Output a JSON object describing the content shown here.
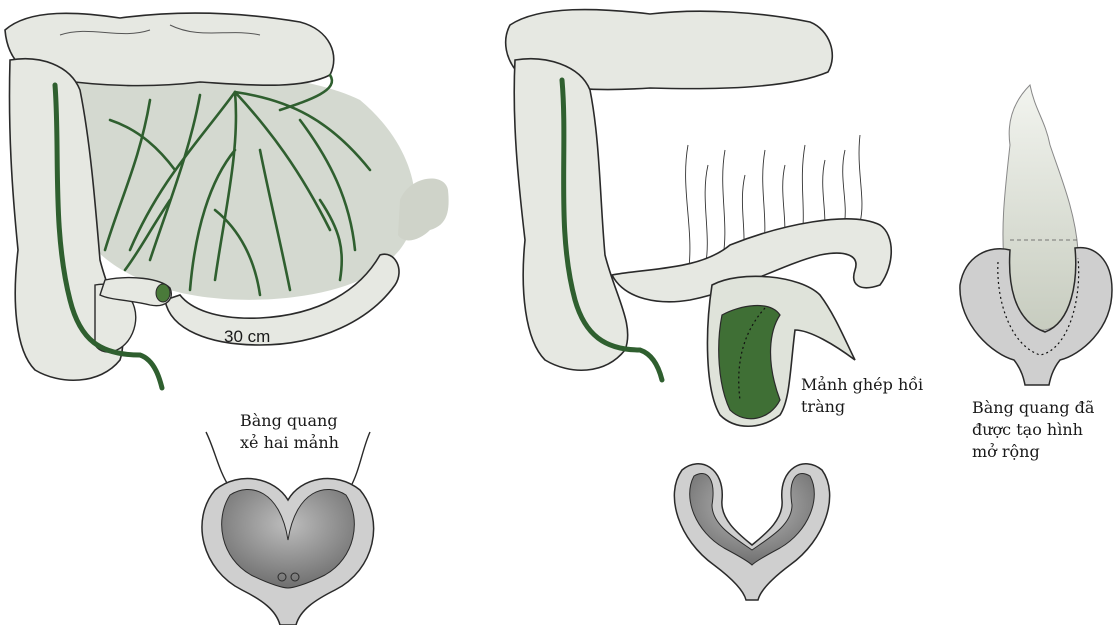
{
  "labels": {
    "measurement": "30 cm",
    "bivalved_bladder": [
      "Bàng quang",
      "xẻ hai mảnh"
    ],
    "ileal_patch": [
      "Mảnh ghép hồi",
      "tràng"
    ],
    "augmented_bladder": [
      "Bàng quang đã",
      "được tạo hình",
      "mở rộng"
    ]
  },
  "colors": {
    "bowel_fill": "#e6e8e2",
    "bowel_stroke": "#2a2a2a",
    "mesentery_fill": "#c9cec4",
    "vessel": "#2f5f2f",
    "patch": "#3f6f35",
    "bladder_outer": "#cfcfcf",
    "bladder_inner": "#8a8a8a"
  }
}
